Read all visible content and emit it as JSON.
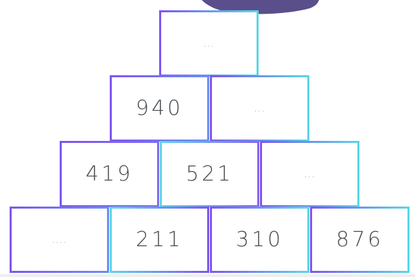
{
  "colors": {
    "violet": "#7f55ef",
    "blue": "#6a8ff2",
    "cyan": "#5ad7e6"
  },
  "pyramid": {
    "row1": [
      "..."
    ],
    "row2": [
      "940",
      "..."
    ],
    "row3": [
      "419",
      "521",
      "..."
    ],
    "row4": [
      "....",
      "211",
      "310",
      "876"
    ]
  }
}
